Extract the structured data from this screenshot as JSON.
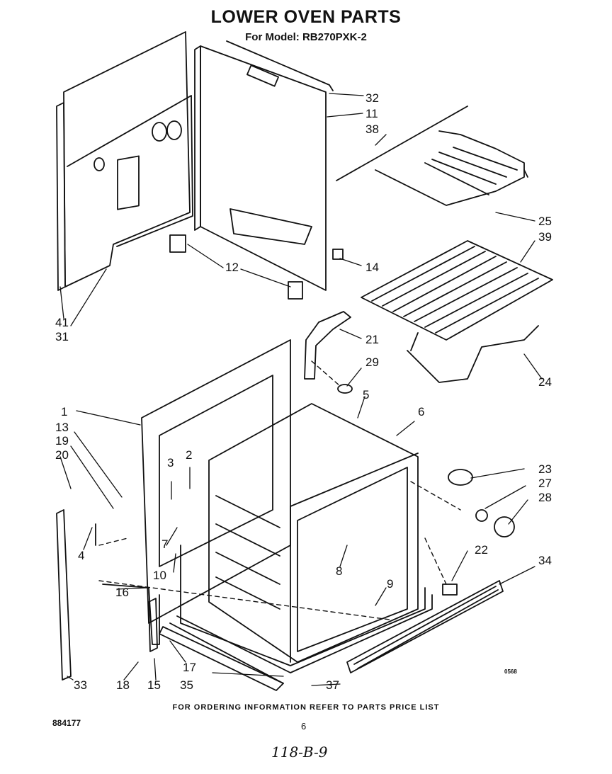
{
  "title": "LOWER OVEN PARTS",
  "subtitle": "For Model: RB270PXK-2",
  "footer": "FOR ORDERING INFORMATION REFER TO PARTS PRICE LIST",
  "doc_number": "884177",
  "page_number": "6",
  "handwritten_note": "118-B-9",
  "drawing_code": "0568",
  "callouts": [
    "32",
    "11",
    "38",
    "25",
    "39",
    "12",
    "14",
    "41",
    "31",
    "21",
    "29",
    "24",
    "1",
    "5",
    "6",
    "13",
    "19",
    "20",
    "3",
    "2",
    "23",
    "27",
    "28",
    "4",
    "7",
    "10",
    "8",
    "22",
    "34",
    "9",
    "16",
    "17",
    "33",
    "18",
    "15",
    "35",
    "37"
  ]
}
